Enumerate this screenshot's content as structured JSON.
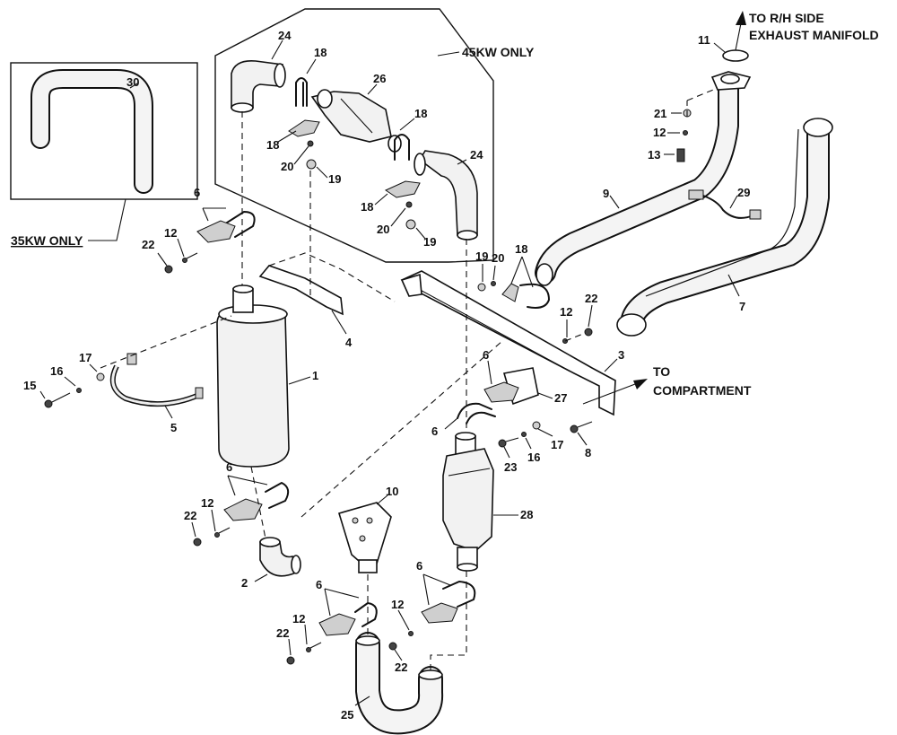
{
  "notes": {
    "rh_line1": "TO R/H SIDE",
    "rh_line2": "EXHAUST MANIFOLD",
    "compartment_line1": "TO",
    "compartment_line2": "COMPARTMENT",
    "kw45": "45KW ONLY",
    "kw35": "35KW ONLY"
  },
  "callouts": {
    "c1": "1",
    "c2": "2",
    "c3": "3",
    "c4": "4",
    "c5": "5",
    "c6a": "6",
    "c6b": "6",
    "c6c": "6",
    "c6d": "6",
    "c6e": "6",
    "c6f": "6",
    "c7": "7",
    "c8": "8",
    "c9": "9",
    "c10": "10",
    "c11": "11",
    "c12a": "12",
    "c12b": "12",
    "c12c": "12",
    "c12d": "12",
    "c12e": "12",
    "c12f": "12",
    "c13": "13",
    "c15": "15",
    "c16a": "16",
    "c16b": "16",
    "c17a": "17",
    "c17b": "17",
    "c18a": "18",
    "c18b": "18",
    "c18c": "18",
    "c18d": "18",
    "c18e": "18",
    "c19a": "19",
    "c19b": "19",
    "c19c": "19",
    "c20a": "20",
    "c20b": "20",
    "c20c": "20",
    "c21": "21",
    "c22a": "22",
    "c22b": "22",
    "c22c": "22",
    "c22d": "22",
    "c22e": "22",
    "c23": "23",
    "c24a": "24",
    "c24b": "24",
    "c25": "25",
    "c26": "26",
    "c27": "27",
    "c28": "28",
    "c29": "29",
    "c30": "30"
  }
}
